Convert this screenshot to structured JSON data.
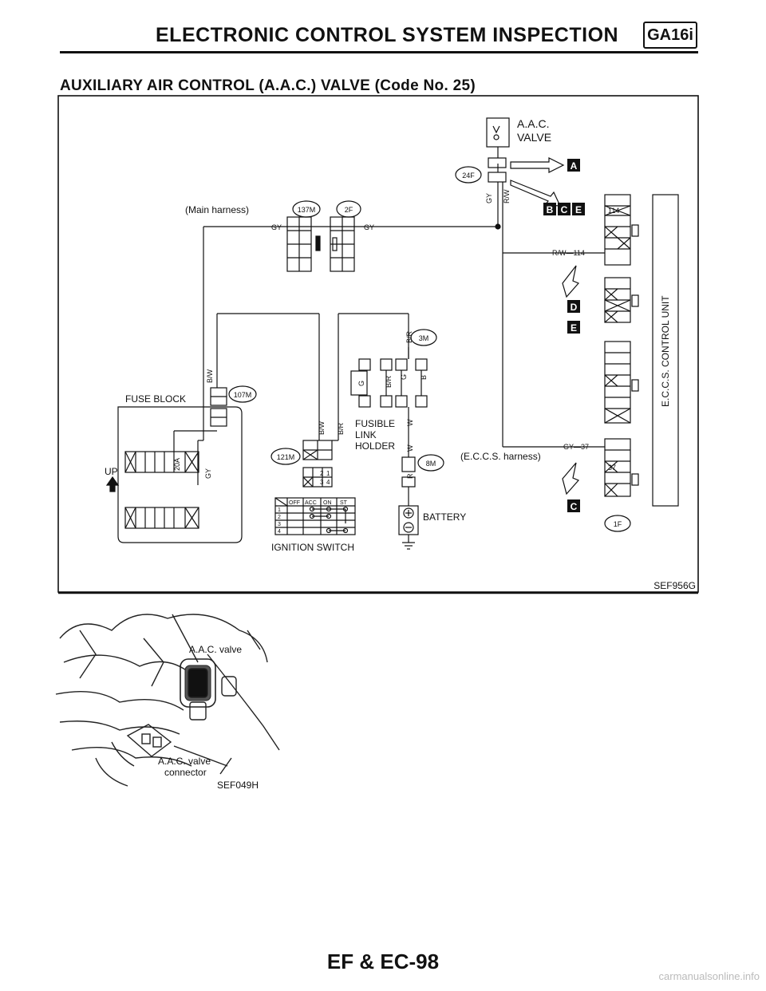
{
  "header": {
    "title": "ELECTRONIC CONTROL SYSTEM INSPECTION",
    "engine_code": "GA16i"
  },
  "section": {
    "title": "AUXILIARY AIR CONTROL (A.A.C.) VALVE (Code No. 25)"
  },
  "diagram": {
    "code": "SEF956G",
    "aac_valve_line1": "A.A.C.",
    "aac_valve_line2": "VALVE",
    "main_harness": "(Main harness)",
    "ecs_harness": "(E.C.C.S. harness)",
    "connectors": {
      "c137m": "137M",
      "c2f": "2F",
      "c24f": "24F",
      "c3m": "3M",
      "c107m": "107M",
      "c121m": "121M",
      "c8m": "8M",
      "c1f": "1F"
    },
    "wires": {
      "gy": "GY",
      "bw": "B/W",
      "br": "B/R",
      "rw": "R/W",
      "w": "W",
      "g": "G",
      "b": "B",
      "r": "R",
      "rw114": "R/W—114",
      "gy37": "GY—37"
    },
    "pins": {
      "p114": "114",
      "p37": "37"
    },
    "boxes": {
      "a": "A",
      "b": "B",
      "c": "C",
      "d": "D",
      "e": "E"
    },
    "fuse_block": "FUSE BLOCK",
    "fuse_rating": "20A",
    "up": "UP",
    "fusible_link_1": "FUSIBLE",
    "fusible_link_2": "LINK",
    "fusible_link_3": "HOLDER",
    "battery": "BATTERY",
    "ignition_switch": "IGNITION SWITCH",
    "ign_cols": [
      "OFF",
      "ACC",
      "ON",
      "ST"
    ],
    "ign_rows": [
      "1",
      "2",
      "3",
      "4"
    ],
    "ecu": "E.C.C.S. CONTROL UNIT",
    "terms": {
      "t2": "2",
      "t1": "1",
      "t3": "3",
      "t4": "4"
    }
  },
  "photo": {
    "label_valve": "A.A.C. valve",
    "label_conn_1": "A.A.C. valve",
    "label_conn_2": "connector",
    "code": "SEF049H"
  },
  "footer": {
    "page": "EF & EC-98",
    "watermark": "carmanualsonline.info"
  }
}
